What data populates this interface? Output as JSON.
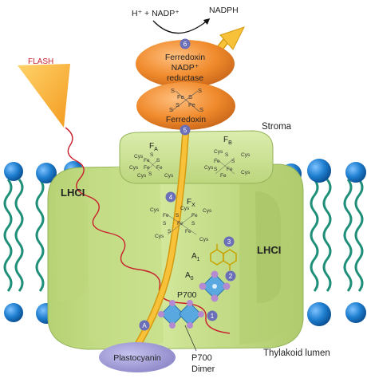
{
  "reaction": {
    "substrates": "H⁺ + NADP⁺",
    "product": "NADPH"
  },
  "labels": {
    "flash": "FLASH",
    "stroma": "Stroma",
    "thylakoid_lumen": "Thylakoid lumen",
    "lhc_left": "LHCI",
    "lhc_right": "LHCI",
    "fnr_line1": "Ferredoxin",
    "fnr_line2": "NADP⁺",
    "fnr_line3": "reductase",
    "ferredoxin": "Ferredoxin",
    "plastocyanin": "Plastocyanin",
    "p700": "P700",
    "p700_dimer_line1": "P700",
    "p700_dimer_line2": "Dimer",
    "a0": "A",
    "a0_sub": "0",
    "a1": "A",
    "a1_sub": "1",
    "fx": "F",
    "fx_sub": "X",
    "fa": "F",
    "fa_sub": "A",
    "fb": "F",
    "fb_sub": "B"
  },
  "steps": [
    "A",
    "1",
    "2",
    "3",
    "4",
    "5",
    "6"
  ],
  "cluster": {
    "cys": "Cys",
    "fe": "Fe",
    "s": "S"
  },
  "colors": {
    "protein": "#c8de8a",
    "protein_shade": "#a9c66a",
    "membrane_head": "#1f7fd0",
    "membrane_tail": "#1f8f7a",
    "fnr": "#f08a2c",
    "plastocyanin": "#9f9ad4",
    "arrow": "#f7b81a",
    "flash": "#f8b33a",
    "flash_line": "#c81e2d",
    "step_badge": "#6b6fb8",
    "chlorophyll": "#5aa8e0",
    "chlorophyll_pyrrole": "#b48ad0"
  }
}
